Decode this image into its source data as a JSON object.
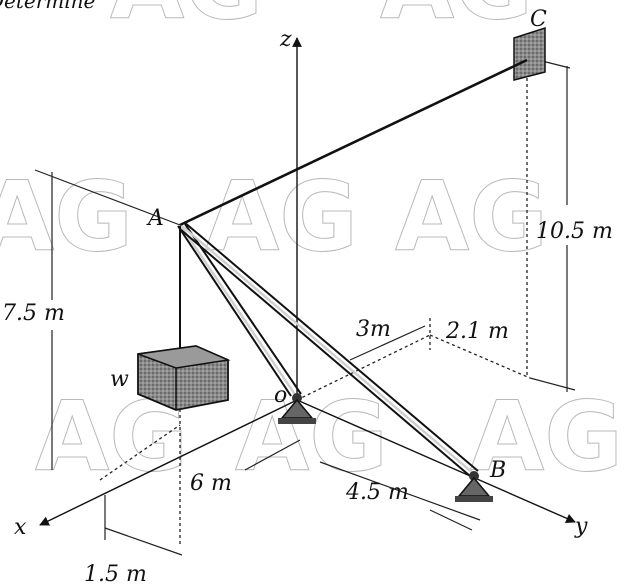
{
  "header": {
    "fragment": "Determine"
  },
  "watermark": {
    "text": "AG"
  },
  "axes": {
    "x": "x",
    "y": "y",
    "z": "z"
  },
  "points": {
    "A": "A",
    "B": "B",
    "C": "C",
    "O": "o"
  },
  "load": {
    "label": "w"
  },
  "dimensions": {
    "height_A": "7.5 m",
    "height_C": "10.5 m",
    "C_y_offset": "3m",
    "C_x_offset": "2.1 m",
    "A_y_offset": "6 m",
    "B_y_offset": "4.5 m",
    "A_x_offset": "1.5 m"
  }
}
